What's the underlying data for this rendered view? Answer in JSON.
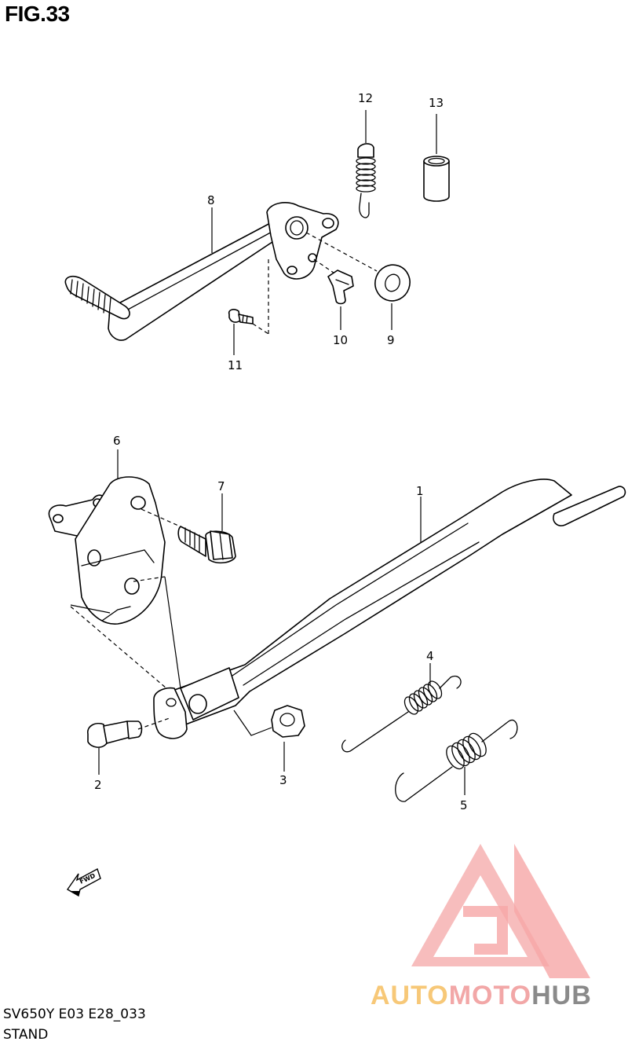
{
  "figure": {
    "title": "FIG.33",
    "model_code": "SV650Y E03 E28_033",
    "section_name": "STAND"
  },
  "parts": [
    {
      "ref": "1",
      "label": "1"
    },
    {
      "ref": "2",
      "label": "2"
    },
    {
      "ref": "3",
      "label": "3"
    },
    {
      "ref": "4",
      "label": "4"
    },
    {
      "ref": "5",
      "label": "5"
    },
    {
      "ref": "6",
      "label": "6"
    },
    {
      "ref": "7",
      "label": "7"
    },
    {
      "ref": "8",
      "label": "8"
    },
    {
      "ref": "9",
      "label": "9"
    },
    {
      "ref": "10",
      "label": "10"
    },
    {
      "ref": "11",
      "label": "11"
    },
    {
      "ref": "12",
      "label": "12"
    },
    {
      "ref": "13",
      "label": "13"
    }
  ],
  "direction_arrow": {
    "label": "FWD",
    "icon": "fwd-arrow-icon"
  },
  "watermark": {
    "text_part1": "AUTO",
    "text_part2": "MOTO",
    "text_part3": "HUB",
    "colors": {
      "triangle": "#f4a3a3",
      "auto": "#f7c878",
      "moto": "#f2a7a7",
      "hub": "#8a8a8a"
    }
  }
}
